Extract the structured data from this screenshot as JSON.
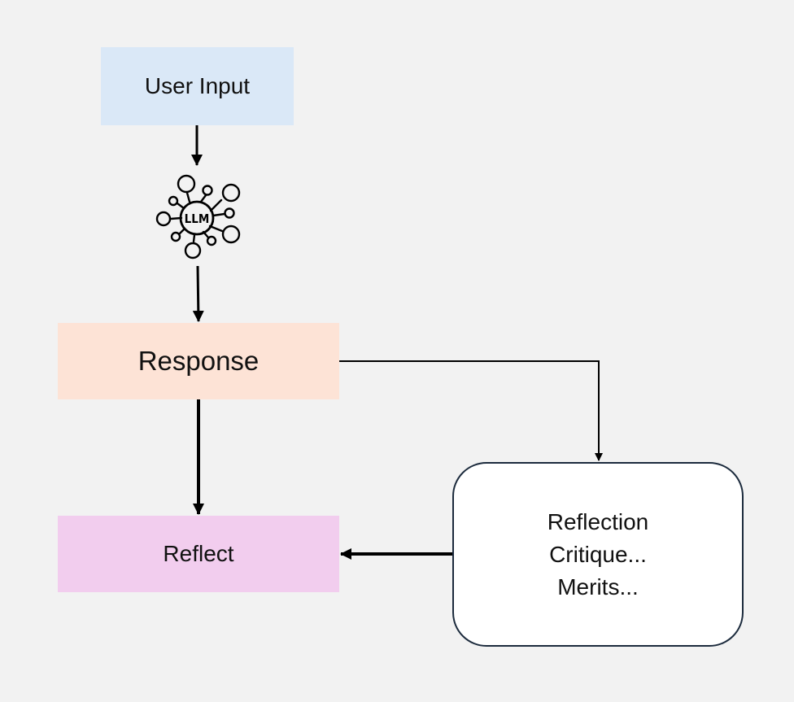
{
  "nodes": {
    "user_input": "User Input",
    "response": "Response",
    "reflect": "Reflect",
    "reflection": {
      "line1": "Reflection",
      "line2": "Critique...",
      "line3": "Merits..."
    }
  },
  "llm_icon": {
    "icon": "neural-network-icon",
    "label": "LLM"
  },
  "colors": {
    "background": "#f2f2f2",
    "user_input_fill": "#dae8f7",
    "response_fill": "#fde3d6",
    "reflect_fill": "#f2cdee",
    "reflection_fill": "#ffffff",
    "reflection_border": "#1c2b3d",
    "arrow": "#000000"
  }
}
